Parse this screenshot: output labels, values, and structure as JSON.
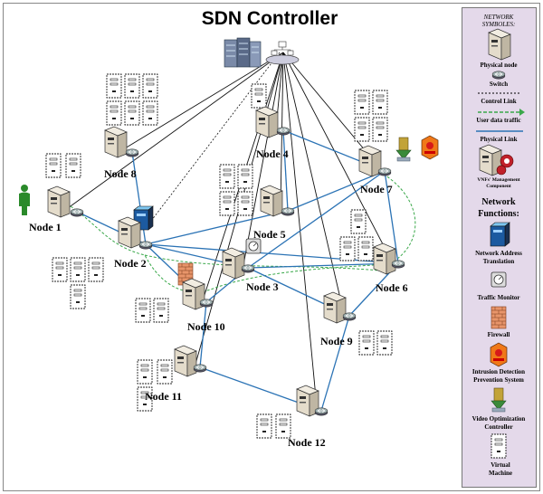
{
  "title": "SDN Controller",
  "nodes": [
    {
      "id": "n1",
      "label": "Node 1"
    },
    {
      "id": "n2",
      "label": "Node 2"
    },
    {
      "id": "n3",
      "label": "Node 3"
    },
    {
      "id": "n4",
      "label": "Node 4"
    },
    {
      "id": "n5",
      "label": "Node 5"
    },
    {
      "id": "n6",
      "label": "Node 6"
    },
    {
      "id": "n7",
      "label": "Node 7"
    },
    {
      "id": "n8",
      "label": "Node 8"
    },
    {
      "id": "n9",
      "label": "Node 9"
    },
    {
      "id": "n10",
      "label": "Node 10"
    },
    {
      "id": "n11",
      "label": "Node 11"
    },
    {
      "id": "n12",
      "label": "Node 12"
    }
  ],
  "links": {
    "physical": [
      [
        "n1",
        "n2"
      ],
      [
        "n2",
        "n8"
      ],
      [
        "n2",
        "n10"
      ],
      [
        "n2",
        "n5"
      ],
      [
        "n2",
        "n3"
      ],
      [
        "n2",
        "n6"
      ],
      [
        "n4",
        "n5"
      ],
      [
        "n4",
        "n7"
      ],
      [
        "n5",
        "n7"
      ],
      [
        "n3",
        "n6"
      ],
      [
        "n3",
        "n10"
      ],
      [
        "n3",
        "n9"
      ],
      [
        "n7",
        "n6"
      ],
      [
        "n6",
        "n9"
      ],
      [
        "n10",
        "n11"
      ],
      [
        "n11",
        "n12"
      ],
      [
        "n9",
        "n12"
      ],
      [
        "n3",
        "n7"
      ]
    ],
    "control_solid": [
      "n8",
      "n1",
      "n4",
      "n5",
      "n7",
      "n6",
      "n3",
      "n10",
      "n9",
      "n11",
      "n12"
    ],
    "control_dotted": [
      "n2"
    ],
    "user_traffic_path": [
      "n1",
      "n2",
      "n10",
      "n3",
      "n6",
      "n7"
    ]
  },
  "legend": {
    "header": "NETWORK SYMBOLES:",
    "physical_node": "Physical node",
    "switch": "Switch",
    "control_link": "Control Link",
    "user_data_traffic": "User data traffic",
    "physical_link": "Physical Link",
    "vnf_mgmt": "VNFs' Management Component",
    "functions_header": "Network Functions:",
    "nat": "Network Address Translation",
    "traffic_monitor": "Traffic Monitor",
    "firewall": "Firewall",
    "idps": "Intrusion Detection Prevention System",
    "video_opt": "Video Optimization Controller",
    "vm": "Virtual Machine"
  },
  "colors": {
    "physical_link": "#2b73b5",
    "user_traffic": "#3aa84a",
    "legend_bg": "#e4d9ea",
    "switch": "#8aa",
    "user": "#2a8a2a"
  }
}
